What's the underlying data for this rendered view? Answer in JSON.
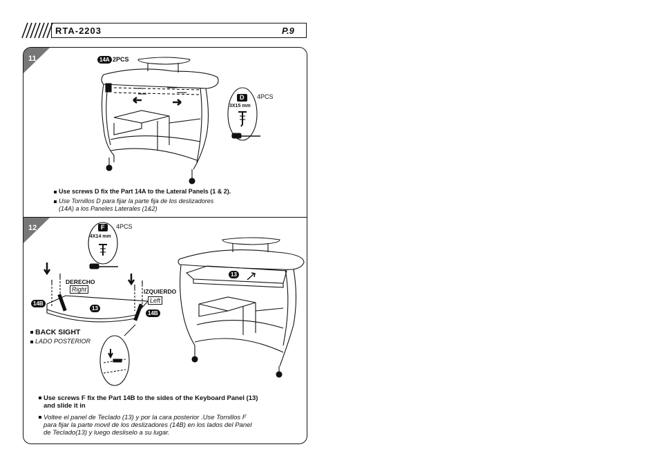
{
  "header": {
    "model": "RTA-2203",
    "page": "P.9"
  },
  "step11": {
    "number": "11",
    "part_tag": "14A",
    "part_qty": "2PCS",
    "screw_tag": "D",
    "screw_size": "3X15 mm",
    "screw_qty": "4PCS",
    "instruction_en": "Use screws D fix the Part 14A to the Lateral Panels (1 & 2).",
    "instruction_es_1": "Use Tornillos D para fijar la parte fija de los deslizadores",
    "instruction_es_2": "(14A) a los Paneles Laterales (1&2)"
  },
  "step12": {
    "number": "12",
    "screw_tag": "F",
    "screw_size": "4X14 mm",
    "screw_qty": "4PCS",
    "derecho": "DERECHO",
    "right": "Right",
    "izquierdo": "IZQUIERDO",
    "left": "Left",
    "tag_14b": "14B",
    "tag_13": "13",
    "back_sight": "BACK SIGHT",
    "lado_posterior": "LADO POSTERIOR",
    "instruction_en_1": "Use screws F fix the Part 14B to the sides of the Keyboard Panel (13)",
    "instruction_en_2": "and slide it in",
    "instruction_es_1": "Voltee el panel de Teclado (13) y por la cara posterior .Use Tornillos F",
    "instruction_es_2": "para fijar la parte movil de los deslizadores (14B) en los lados del Panel",
    "instruction_es_3": "de Teclado(13) y luego desliselo a su lugar."
  }
}
